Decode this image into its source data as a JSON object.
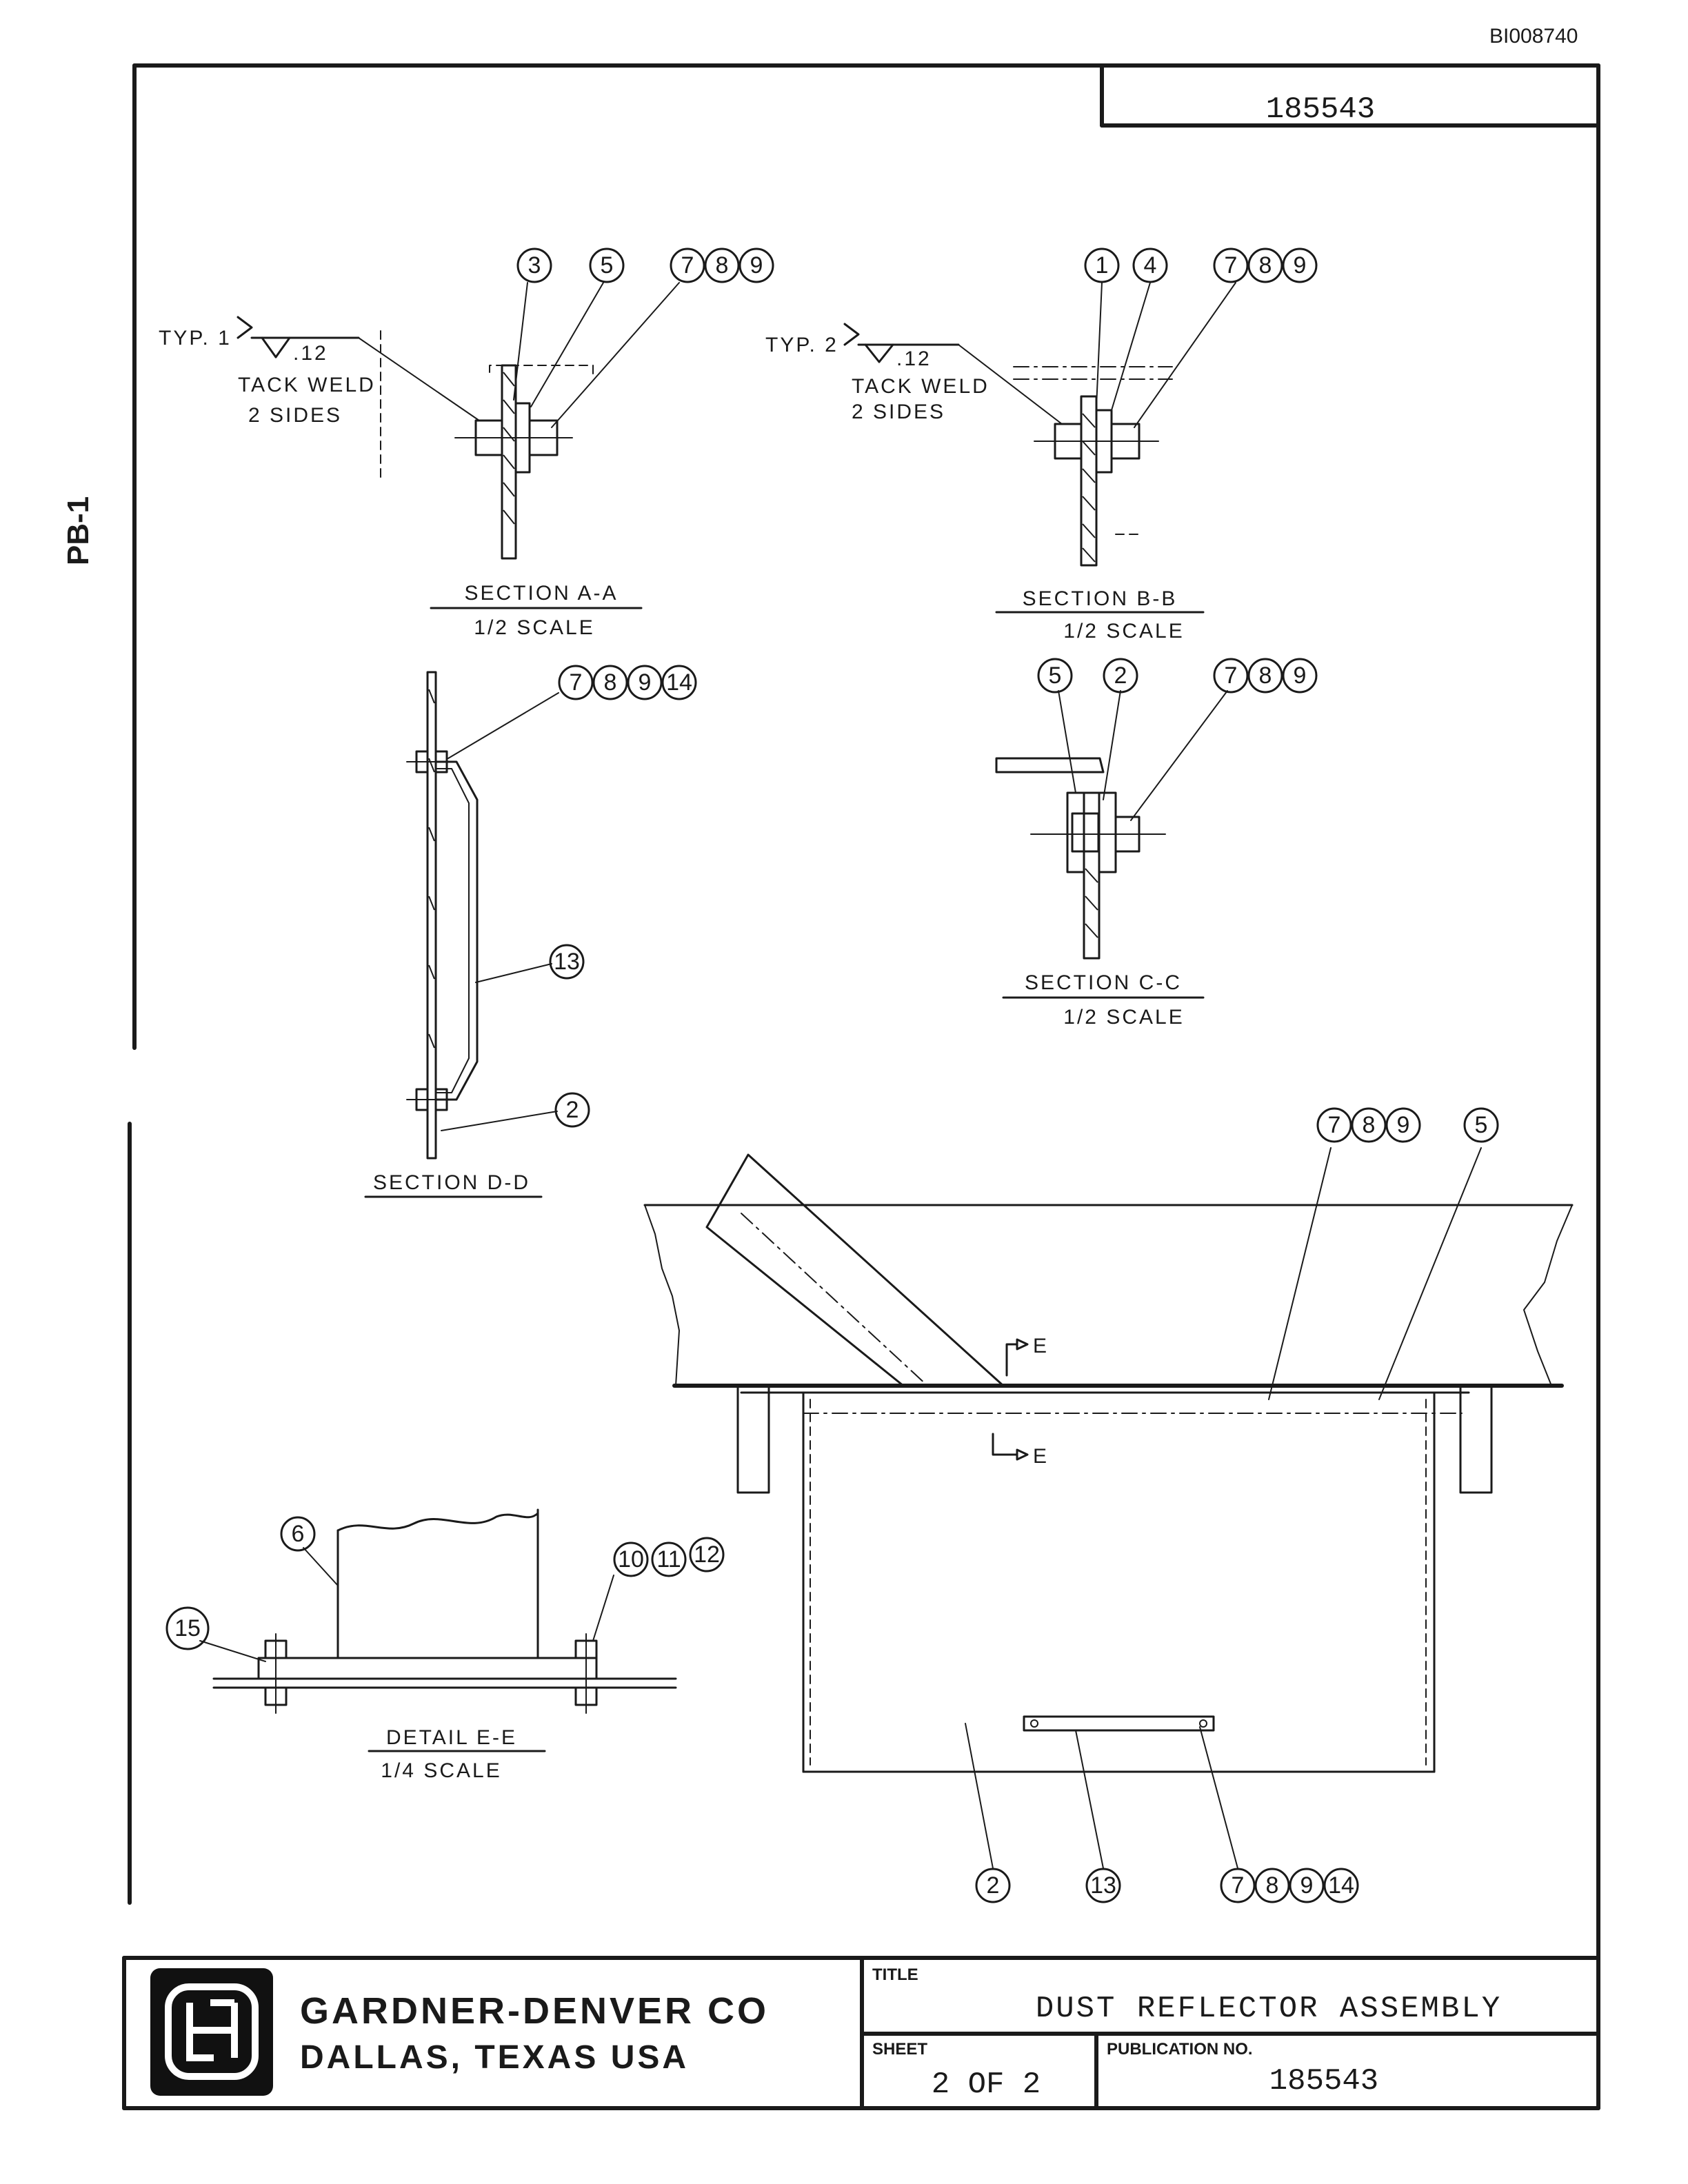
{
  "doc_id": "BI008740",
  "side_label": "PB-1",
  "drawing_number_top": "185543",
  "sections": {
    "aa": {
      "title": "SECTION A-A",
      "scale": "1/2 SCALE",
      "typ": "TYP. 1",
      "weld_size": ".12",
      "weld_note_1": "TACK WELD",
      "weld_note_2": "2 SIDES",
      "balloons": [
        "3",
        "5",
        "7",
        "8",
        "9"
      ]
    },
    "bb": {
      "title": "SECTION B-B",
      "scale": "1/2 SCALE",
      "typ": "TYP. 2",
      "weld_size": ".12",
      "weld_note_1": "TACK WELD",
      "weld_note_2": "2 SIDES",
      "balloons": [
        "1",
        "4",
        "7",
        "8",
        "9"
      ]
    },
    "cc": {
      "title": "SECTION C-C",
      "scale": "1/2 SCALE",
      "balloons": [
        "5",
        "2",
        "7",
        "8",
        "9"
      ]
    },
    "dd": {
      "title": "SECTION D-D",
      "balloons": [
        "7",
        "8",
        "9",
        "14",
        "13",
        "2"
      ]
    },
    "ee": {
      "title": "DETAIL E-E",
      "scale": "1/4 SCALE",
      "balloons": [
        "6",
        "10",
        "11",
        "12",
        "15"
      ]
    },
    "main": {
      "section_mark": "E",
      "balloons_top": [
        "7",
        "8",
        "9",
        "5"
      ],
      "balloons_bottom": [
        "2",
        "13",
        "7",
        "8",
        "9",
        "14"
      ]
    }
  },
  "title_block": {
    "company": "GARDNER-DENVER CO",
    "location": "DALLAS, TEXAS USA",
    "title_label": "TITLE",
    "title": "DUST REFLECTOR ASSEMBLY",
    "sheet_label": "SHEET",
    "sheet": "2 OF 2",
    "publication_label": "PUBLICATION NO.",
    "publication_no": "185543"
  }
}
